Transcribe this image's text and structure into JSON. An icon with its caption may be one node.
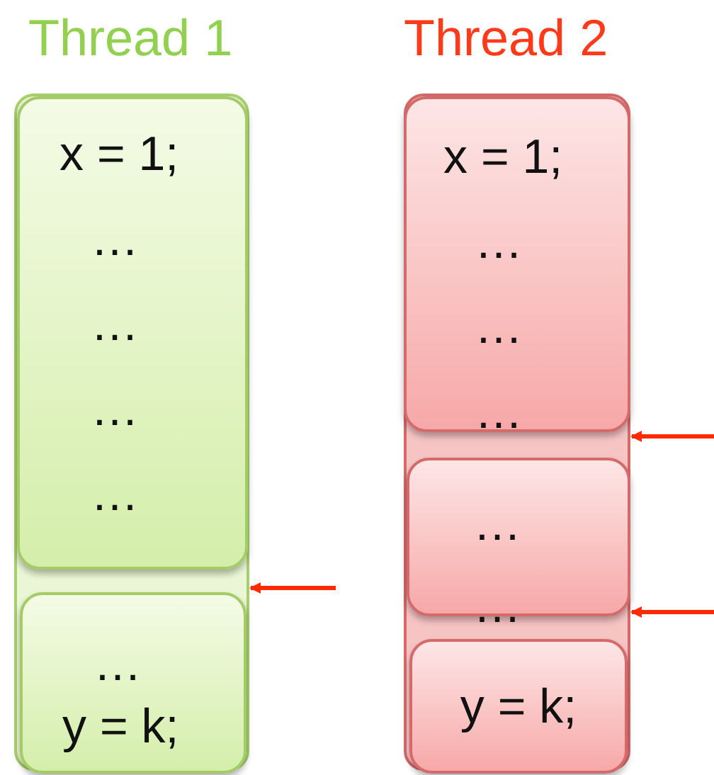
{
  "diagram": {
    "nodes": [
      {
        "text": [
          "Thread 1"
        ]
      },
      {
        "text": [
          "x = 1;",
          "…",
          "…",
          "…",
          "…"
        ],
        "in": 0
      },
      {
        "text": [
          "…",
          "y = k;"
        ],
        "in": 0
      },
      {
        "text": [
          "Thread 2"
        ]
      },
      {
        "text": [
          "x = 1;",
          "…",
          "…",
          "…"
        ],
        "in": 3
      },
      {
        "text": [
          "…",
          "…"
        ],
        "in": 3
      },
      {
        "text": [
          "y = k;"
        ],
        "in": 3
      }
    ],
    "edges": [
      {
        "from": null,
        "to": 0,
        "arrow": "to"
      },
      {
        "from": null,
        "to": 3,
        "arrow": "to"
      },
      {
        "from": null,
        "to": 3,
        "arrow": "to"
      }
    ]
  }
}
